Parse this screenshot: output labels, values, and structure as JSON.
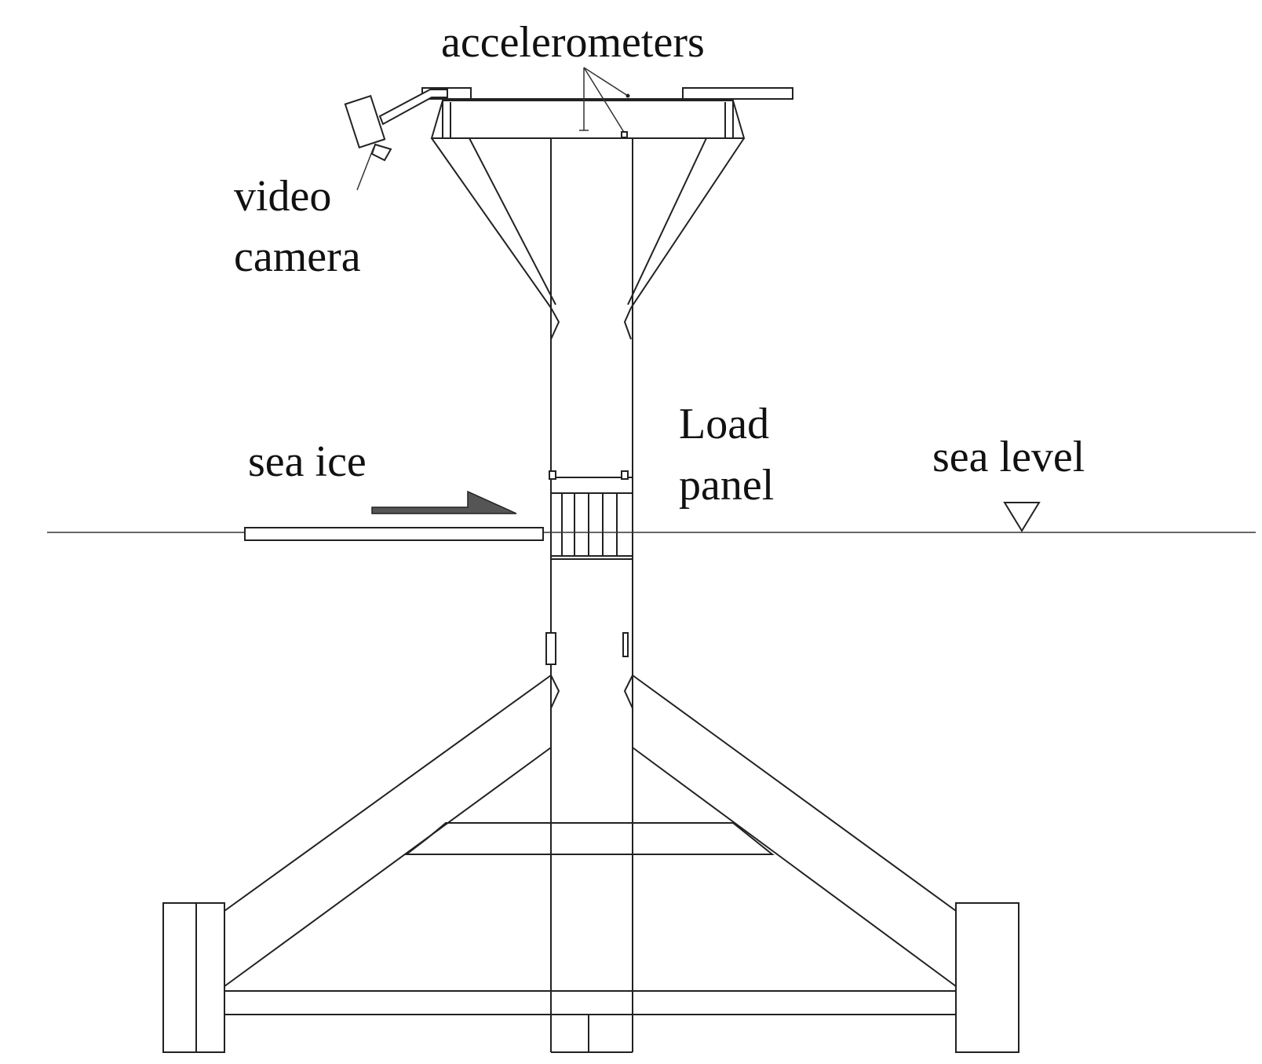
{
  "labels": {
    "accelerometers": "accelerometers",
    "video_line1": "video",
    "video_line2": "camera",
    "load_line1": "Load",
    "load_line2": "panel",
    "sea_ice": "sea ice",
    "sea_level": "sea level"
  },
  "colors": {
    "line": "#222222",
    "arrow_fill": "#555555",
    "background": "#ffffff"
  }
}
